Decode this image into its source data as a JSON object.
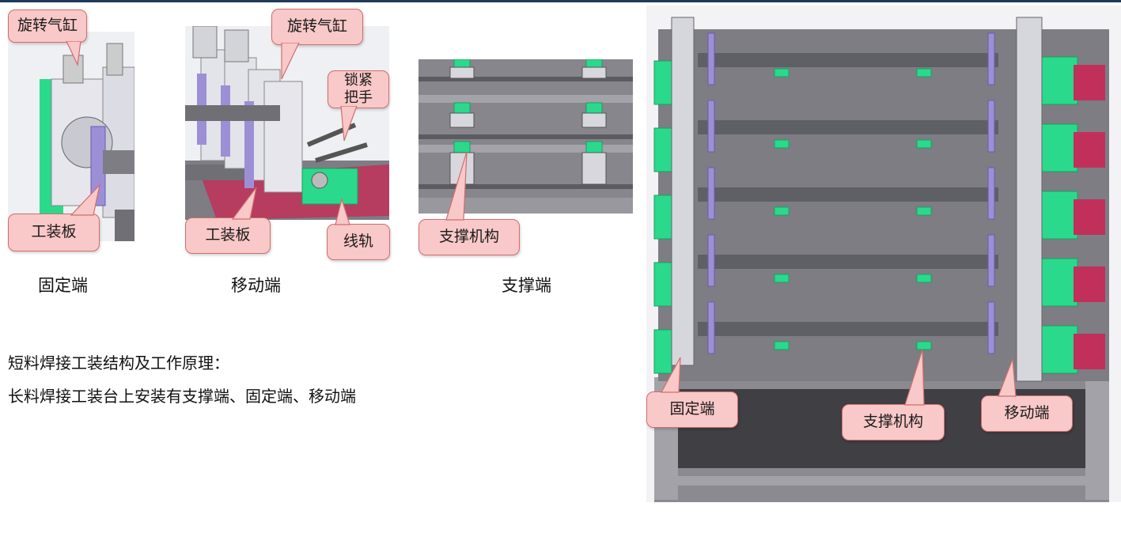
{
  "fixed_panel": {
    "callout_cylinder": "旋转气缸",
    "callout_plate": "工装板",
    "caption": "固定端"
  },
  "moving_panel": {
    "callout_cylinder": "旋转气缸",
    "callout_handle": "锁紧\n把手",
    "callout_plate": "工装板",
    "callout_rail": "线轨",
    "caption": "移动端"
  },
  "support_panel": {
    "callout_support": "支撑机构",
    "caption": "支撑端"
  },
  "description": {
    "heading": "短料焊接工装结构及工作原理：",
    "line": "长料焊接工装台上安装有支撑端、固定端、移动端"
  },
  "assembly_panel": {
    "callout_fixed": "固定端",
    "callout_support": "支撑机构",
    "callout_moving": "移动端"
  },
  "colors": {
    "callout_fill": "#f9c8c8",
    "callout_border": "#cf6e6e",
    "metal_gray": "#7d7d83",
    "green_part": "#2bd98c",
    "purple_part": "#9d8fd6",
    "red_rail": "#c0305a"
  }
}
